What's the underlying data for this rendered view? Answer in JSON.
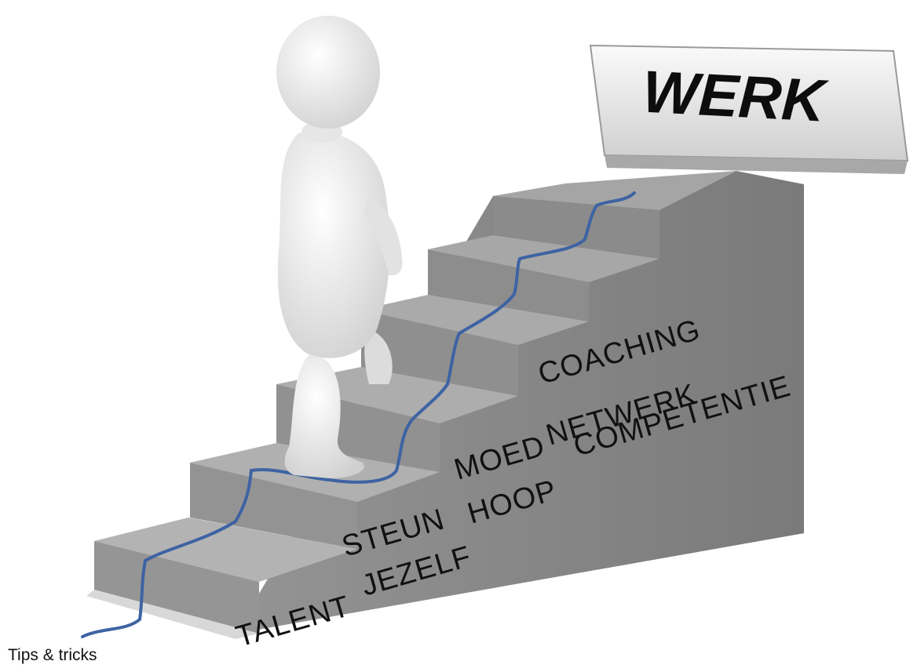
{
  "sign": {
    "label": "WERK"
  },
  "stairs": {
    "words": [
      "TALENT",
      "JEZELF",
      "STEUN",
      "HOOP",
      "MOED",
      "NETWERK",
      "COMPETENTIE",
      "COACHING"
    ]
  },
  "caption": "Tips & tricks",
  "colors": {
    "background": "#ffffff",
    "stair_face": "#8e8e8e",
    "stair_top": "#a9a9a9",
    "path_line": "#3e63a3",
    "figure": "#ececec"
  }
}
